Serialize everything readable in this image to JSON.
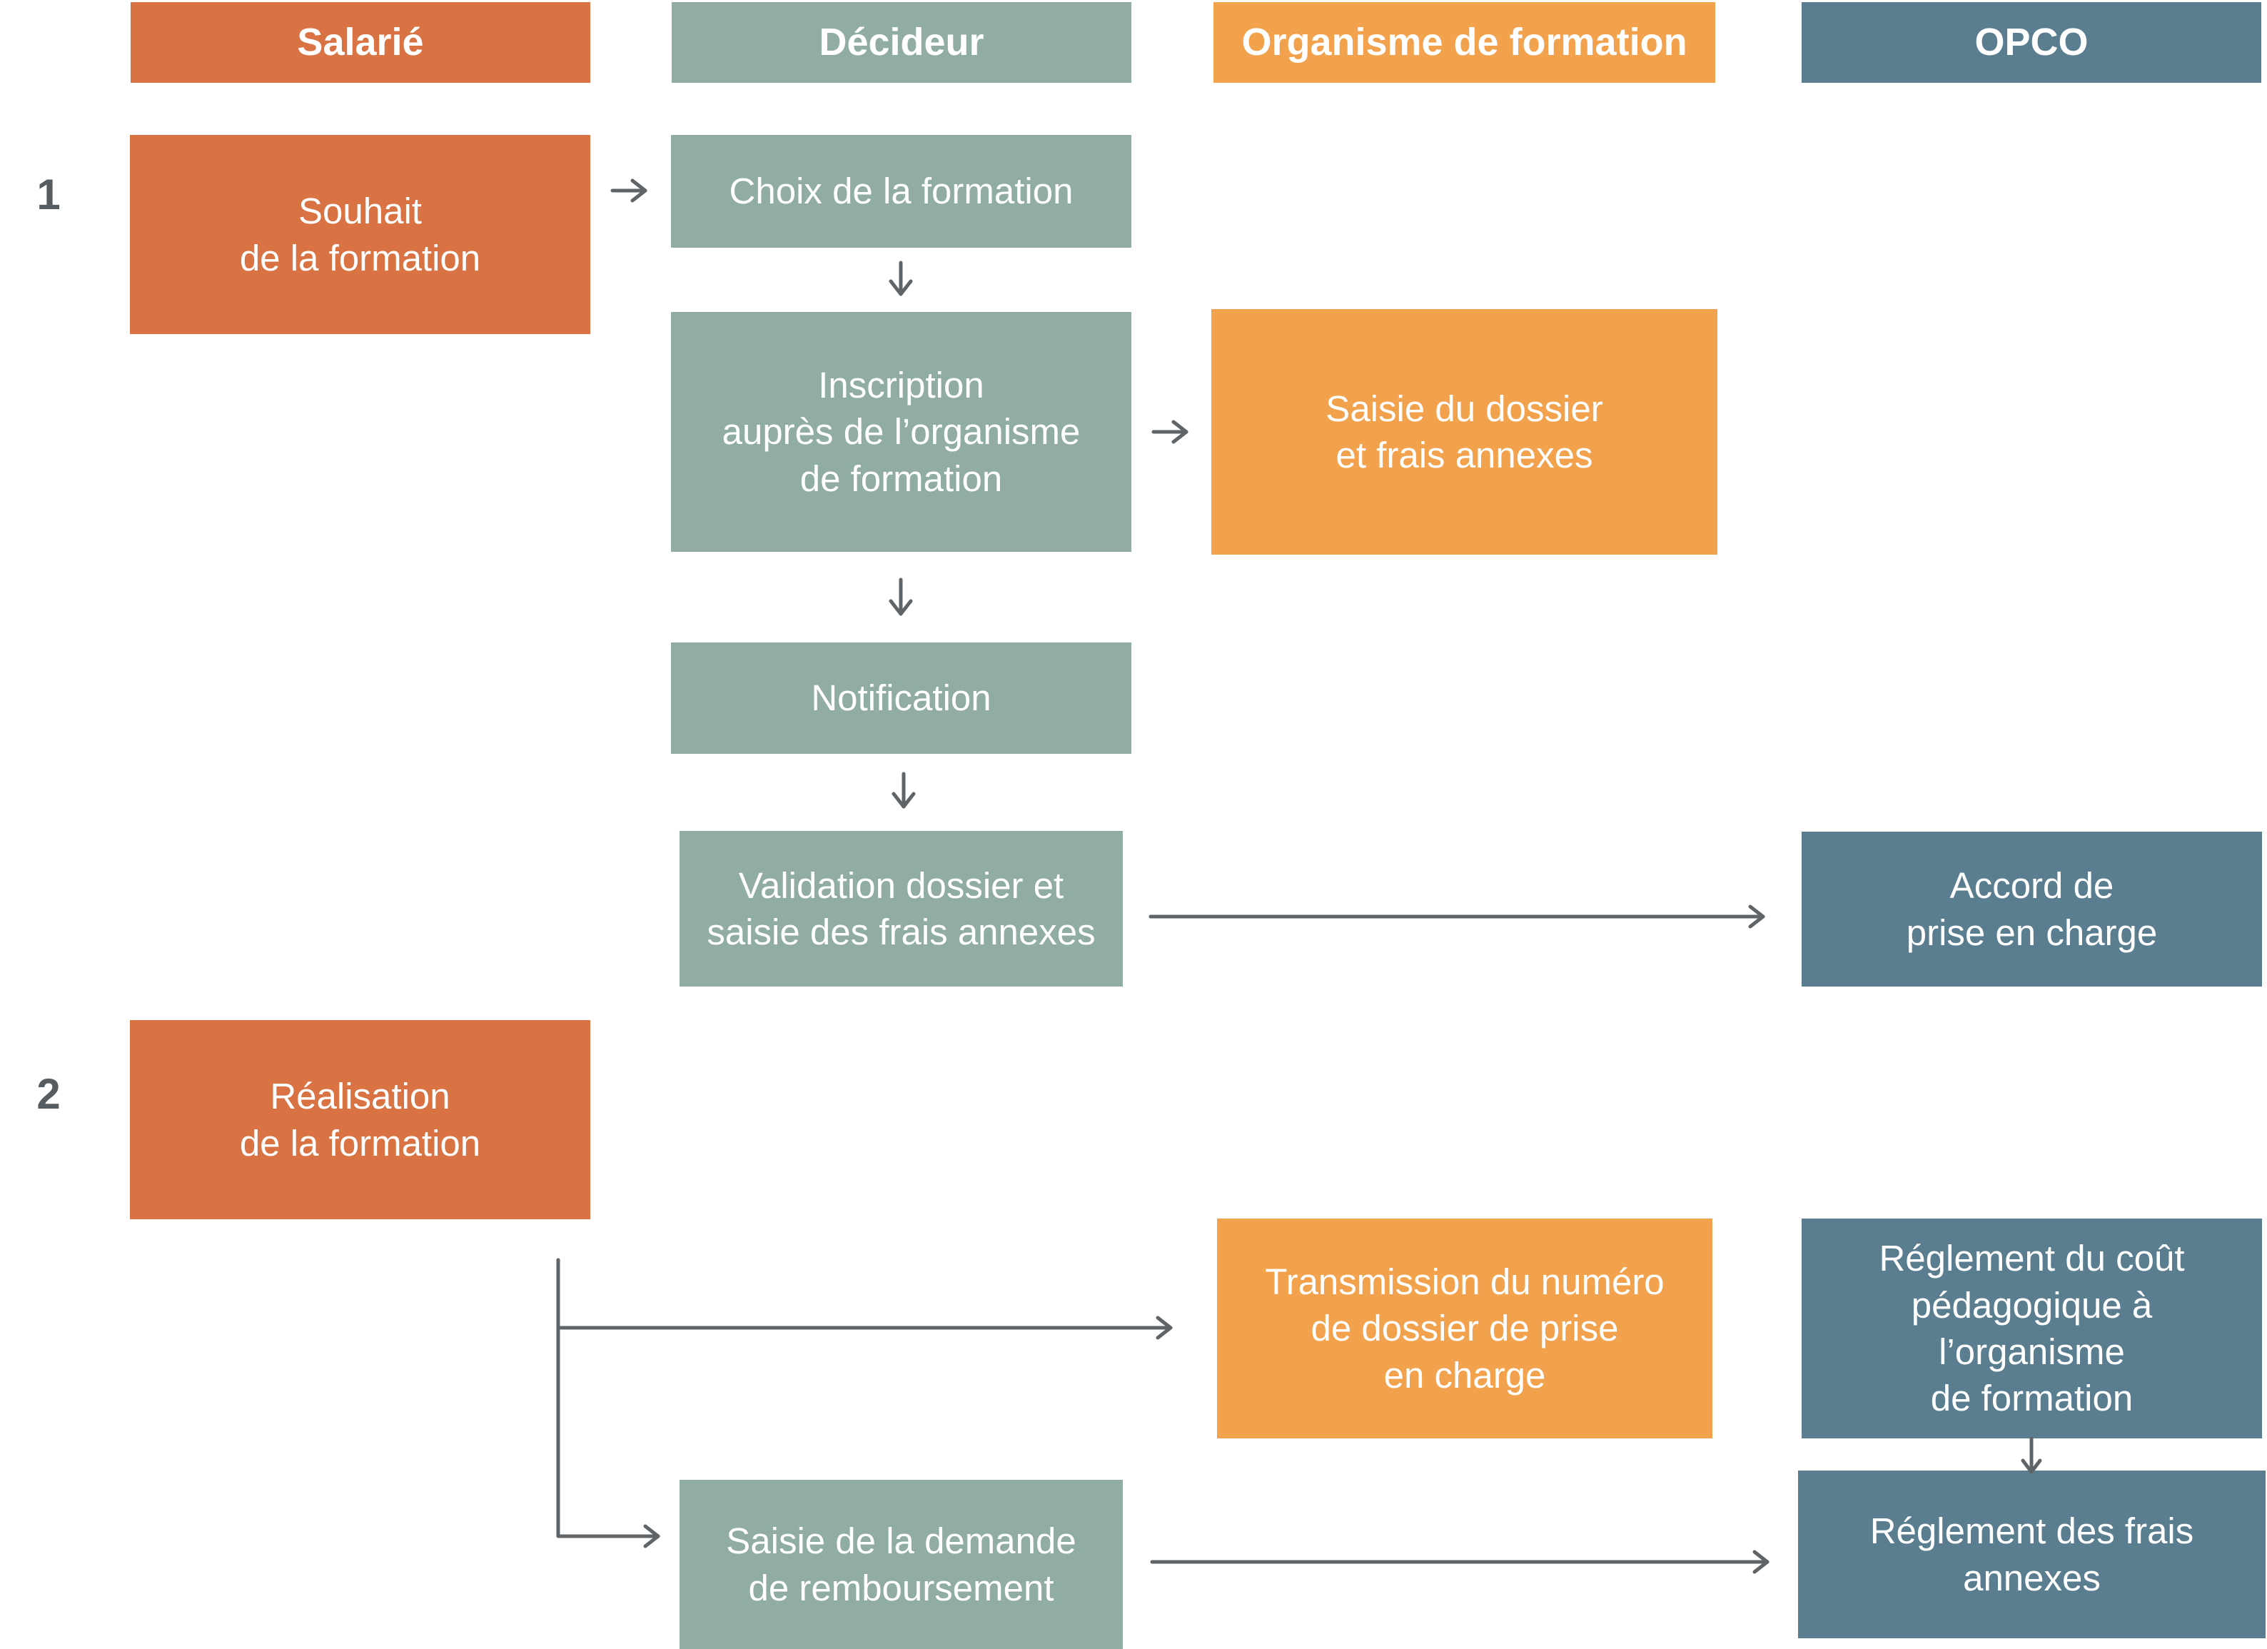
{
  "columns": {
    "salarie": "Salarié",
    "decideur": "Décideur",
    "organisme": "Organisme de formation",
    "opco": "OPCO"
  },
  "steps": {
    "one": "1",
    "two": "2"
  },
  "nodes": {
    "souhait": "Souhait\nde la formation",
    "choix": "Choix de la formation",
    "inscription": "Inscription\nauprès de l’organisme\nde formation",
    "saisie_dossier": "Saisie du dossier\net frais annexes",
    "notification": "Notification",
    "validation": "Validation dossier et\nsaisie des frais annexes",
    "accord": "Accord de\nprise en charge",
    "realisation": "Réalisation\nde la formation",
    "transmission": "Transmission du numéro\nde dossier de prise\nen charge",
    "reglement_cout": "Réglement du coût\npédagogique à\nl’organisme\nde formation",
    "saisie_demande": "Saisie de la demande\nde remboursement",
    "reglement_frais": "Réglement des frais\nannexes"
  },
  "colors": {
    "salarie": "#d97344",
    "decideur": "#91aca3",
    "organisme": "#f2a14c",
    "opco": "#5a7d8f",
    "arrow": "#5f6468"
  }
}
